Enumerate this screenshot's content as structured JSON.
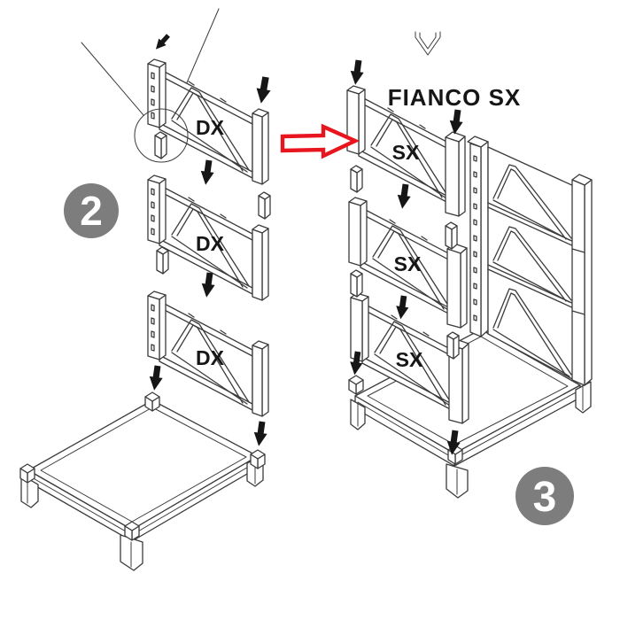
{
  "figure": {
    "heading": "FIANCO SX",
    "steps": [
      {
        "badge": "2",
        "panels": [
          "DX",
          "DX",
          "DX"
        ]
      },
      {
        "badge": "3",
        "panels": [
          "SX",
          "SX",
          "SX"
        ]
      }
    ],
    "colors": {
      "line": "#3b3b3b",
      "arrow": "#161616",
      "red": "#e8151e",
      "badge": "#7d7d7d",
      "badge_text": "#ffffff",
      "bg": "#ffffff"
    }
  }
}
